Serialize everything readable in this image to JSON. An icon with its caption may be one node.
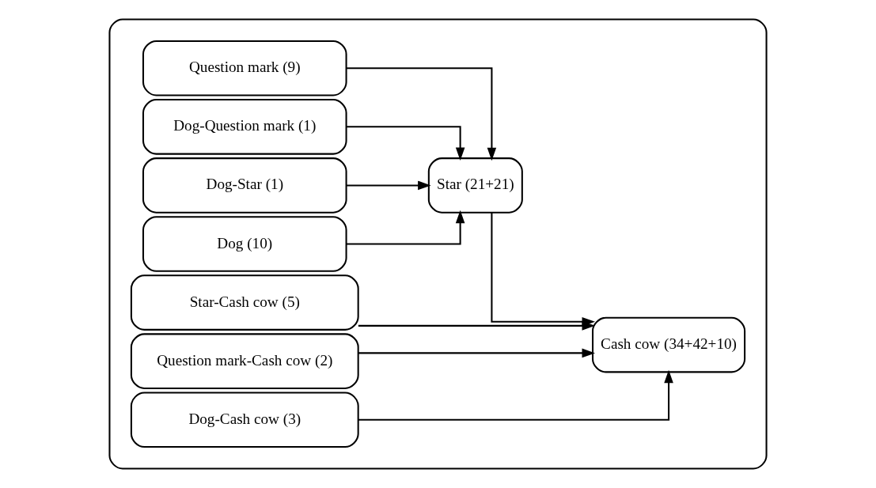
{
  "diagram": {
    "nodes": [
      {
        "text": [],
        "shape": "box"
      },
      {
        "text": [
          "Question mark (9)"
        ],
        "in": 0
      },
      {
        "text": [
          "Dog-Question mark (1)"
        ],
        "in": 0
      },
      {
        "text": [
          "Dog-Star (1)"
        ],
        "in": 0
      },
      {
        "text": [
          "Dog (10)"
        ],
        "in": 0
      },
      {
        "text": [
          "Star (21+21)"
        ],
        "in": 0
      },
      {
        "text": [
          "Cash cow (34+42+10)"
        ],
        "in": 0
      },
      {
        "text": [
          "Star-Cash cow (5)"
        ],
        "in": 0
      },
      {
        "text": [
          "Question mark-Cash cow (2)"
        ],
        "in": 0
      },
      {
        "text": [
          "Dog-Cash cow (3)"
        ],
        "in": 0
      }
    ],
    "edges": [
      {
        "from": 1,
        "to": 5,
        "arrow": "to"
      },
      {
        "from": 2,
        "to": 5,
        "arrow": "to"
      },
      {
        "from": 3,
        "to": 5,
        "arrow": "to"
      },
      {
        "from": 4,
        "to": 5,
        "arrow": "to"
      },
      {
        "from": 5,
        "to": 6,
        "arrow": "to"
      },
      {
        "from": 7,
        "to": 6,
        "arrow": "to"
      },
      {
        "from": 8,
        "to": 6,
        "arrow": "to"
      },
      {
        "from": 9,
        "to": 6,
        "arrow": "to"
      }
    ]
  }
}
